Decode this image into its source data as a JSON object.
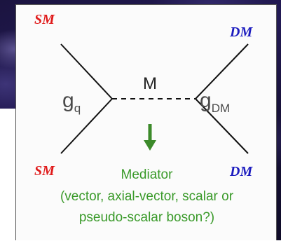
{
  "particles": {
    "sm_top": "SM",
    "dm_top": "DM",
    "sm_bottom": "SM",
    "dm_bottom": "DM"
  },
  "couplings": {
    "quark_main": "g",
    "quark_sub": "q",
    "dm_main": "g",
    "dm_sub": "DM"
  },
  "mediator": {
    "symbol": "M",
    "title": "Mediator",
    "line1": "(vector, axial-vector, scalar or",
    "line2": "pseudo-scalar boson?)"
  },
  "colors": {
    "sm": "#e01b1b",
    "dm": "#1c1cbf",
    "mediator_text": "#3a9a2a",
    "arrow": "#3c8a2a",
    "lines": "#111111"
  }
}
